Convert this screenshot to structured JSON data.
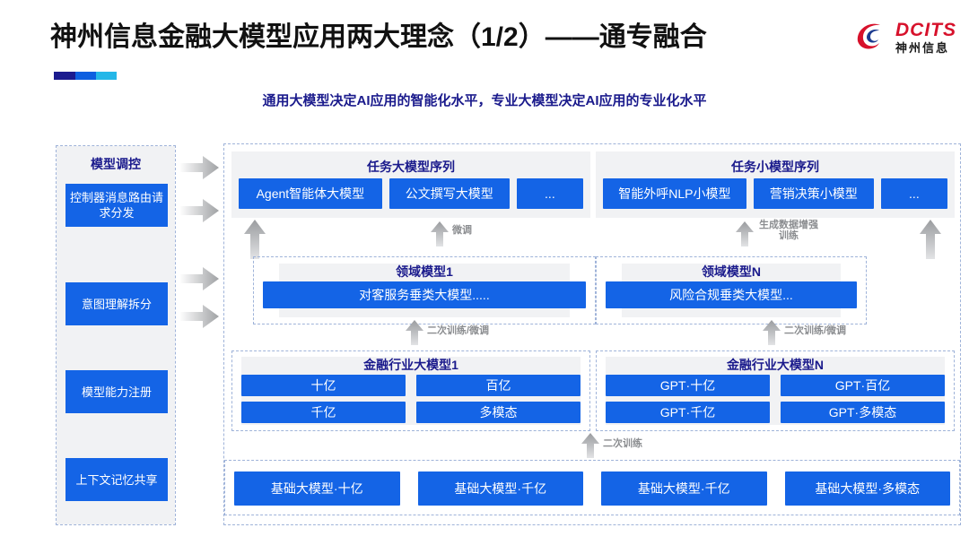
{
  "header": {
    "title": "神州信息金融大模型应用两大理念（1/2）——通专融合",
    "subtitle": "通用大模型决定AI应用的智能化水平，专业大模型决定AI应用的专业化水平",
    "logo_en": "DCITS",
    "logo_cn": "神州信息",
    "accent_colors": [
      "#1b1b8f",
      "#0d5fe0",
      "#24b7e8"
    ],
    "title_color": "#111111",
    "subtitle_color": "#1a1a8c"
  },
  "theme": {
    "box_blue": "#1464e6",
    "panel_gray": "#f1f2f4",
    "dash_border": "#9fb3d9",
    "label_gray": "#8b8d90"
  },
  "left_panel": {
    "title": "模型调控",
    "items": [
      {
        "label": "控制器消息路由请求分发"
      },
      {
        "label": "意图理解拆分"
      },
      {
        "label": "模型能力注册"
      },
      {
        "label": "上下文记忆共享"
      }
    ]
  },
  "sequences": [
    {
      "title": "任务大模型序列",
      "items": [
        "Agent智能体大模型",
        "公文撰写大模型",
        "..."
      ]
    },
    {
      "title": "任务小模型序列",
      "items": [
        "智能外呼NLP小模型",
        "营销决策小模型",
        "..."
      ]
    }
  ],
  "domain_models": [
    {
      "title": "领域模型1",
      "model": "对客服务垂类大模型....."
    },
    {
      "title": "领域模型N",
      "model": "风险合规垂类大模型..."
    }
  ],
  "industry_models": [
    {
      "title": "金融行业大模型1",
      "items": [
        "十亿",
        "百亿",
        "千亿",
        "多模态"
      ]
    },
    {
      "title": "金融行业大模型N",
      "items": [
        "GPT·十亿",
        "GPT·百亿",
        "GPT·千亿",
        "GPT·多模态"
      ]
    }
  ],
  "base_models": [
    "基础大模型·十亿",
    "基础大模型·千亿",
    "基础大模型·千亿",
    "基础大模型·多模态"
  ],
  "arrow_labels": {
    "fine_tune": "微调",
    "data_augment": "生成数据增强\n训练",
    "retrain_tune_left": "二次训练/微调",
    "retrain_tune_right": "二次训练/微调",
    "retrain": "二次训练"
  }
}
